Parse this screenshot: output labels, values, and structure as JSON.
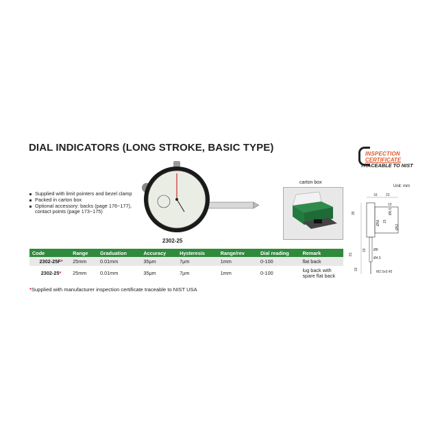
{
  "title": "DIAL INDICATORS (LONG STROKE, BASIC TYPE)",
  "certificate": {
    "line1": "INSPECTION",
    "line2": "CERTIFICATE",
    "line3": "TRACEABLE TO NIST"
  },
  "features": [
    "Supplied with limit pointers and bezel clamp",
    "Packed in carton box",
    "Optional accessory: backs (page 176~177), contact points (page 173~175)"
  ],
  "product_code": "2302-25",
  "carton_label": "carton box",
  "unit_label": "Unit: mm",
  "dimensions": {
    "d16": "16",
    "d23": "23",
    "d10": "10",
    "d39": "39",
    "d6_5": "Ø6.5",
    "d15": "15",
    "d56": "Ø56",
    "d52": "Ø52",
    "d81": "81",
    "d20": "20",
    "d8": "Ø8",
    "d33": "33",
    "d4_5": "Ø4.5",
    "m25": "M2.5x0.45"
  },
  "table": {
    "headers": [
      "Code",
      "Range",
      "Graduation",
      "Accuracy",
      "Hysteresis",
      "Range/rev",
      "Dial reading",
      "Remark"
    ],
    "rows": [
      {
        "code": "2302-25F",
        "range": "25mm",
        "graduation": "0.01mm",
        "accuracy": "35μm",
        "hysteresis": "7μm",
        "range_rev": "1mm",
        "dial": "0-100",
        "remark": "flat back"
      },
      {
        "code": "2302-25",
        "range": "25mm",
        "graduation": "0.01mm",
        "accuracy": "35μm",
        "hysteresis": "7μm",
        "range_rev": "1mm",
        "dial": "0-100",
        "remark": "lug back with spare flat back"
      }
    ]
  },
  "footnote_star": "*",
  "footnote": "Supplied with manufacturer inspection certificate traceable to NIST USA",
  "colors": {
    "header_green": "#2f8a3c",
    "star_red": "#d9202c",
    "cert_orange": "#e0582a"
  }
}
